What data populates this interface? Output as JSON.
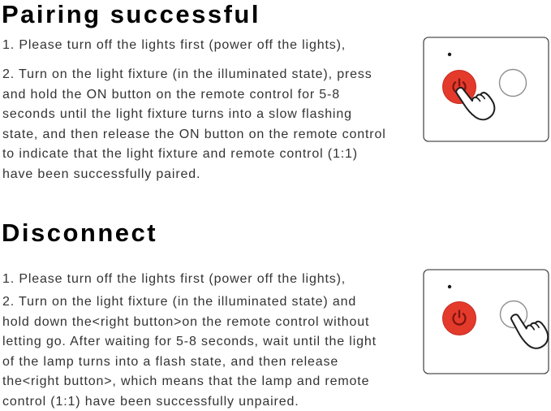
{
  "sections": [
    {
      "heading": "Pairing successful",
      "step1": "1. Please turn off the lights first (power off the lights),",
      "step2_lines": [
        "2. Turn on the light fixture (in the illuminated state), press",
        "and hold the ON button on the remote control for 5-8",
        "seconds until the light fixture turns into a slow flashing",
        "state, and then release the ON button on the remote control",
        "to indicate that the light fixture and remote control (1:1)",
        "have been successfully paired."
      ],
      "illustration": {
        "pressed_button": "on-button"
      }
    },
    {
      "heading": "Disconnect",
      "step1": "1. Please turn off the lights first (power off the lights),",
      "step2_lines": [
        "2. Turn on the light fixture (in the illuminated state) and",
        "hold down the<right button>on the remote control without",
        "letting go. After waiting for 5-8 seconds, wait until the light",
        "of the lamp turns into a flash state, and then release",
        "the<right button>, which means that the lamp and remote",
        "control (1:1) have been successfully unpaired."
      ],
      "illustration": {
        "pressed_button": "right-button"
      }
    }
  ],
  "colors": {
    "on_button_red": "#e43a2c",
    "power_icon": "#7e150f",
    "text": "#333333",
    "heading": "#000000"
  }
}
